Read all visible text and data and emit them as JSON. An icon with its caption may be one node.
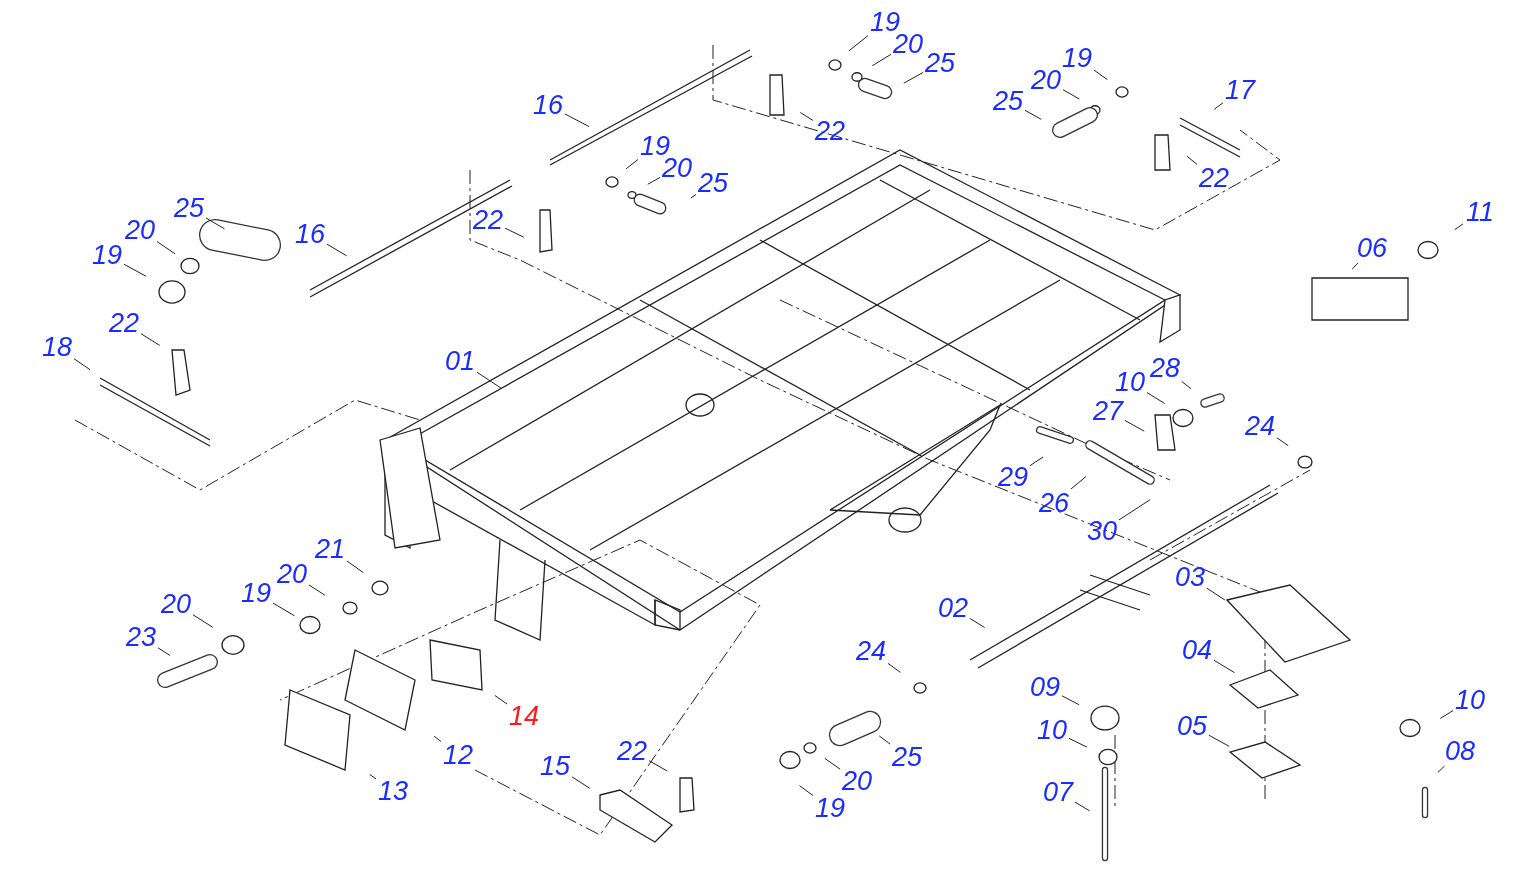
{
  "diagram": {
    "nodes": [
      {
        "text": [
          "19"
        ]
      },
      {
        "text": [
          "20"
        ]
      },
      {
        "text": [
          "25"
        ]
      },
      {
        "text": [
          "22"
        ]
      },
      {
        "text": [
          "16"
        ]
      },
      {
        "text": [
          "19"
        ]
      },
      {
        "text": [
          "20"
        ]
      },
      {
        "text": [
          "25"
        ]
      },
      {
        "text": [
          "22"
        ]
      },
      {
        "text": [
          "16"
        ]
      },
      {
        "text": [
          "25"
        ]
      },
      {
        "text": [
          "20"
        ]
      },
      {
        "text": [
          "19"
        ]
      },
      {
        "text": [
          "22"
        ]
      },
      {
        "text": [
          "18"
        ]
      },
      {
        "text": [
          "01"
        ]
      },
      {
        "text": [
          "19"
        ]
      },
      {
        "text": [
          "20"
        ]
      },
      {
        "text": [
          "25"
        ]
      },
      {
        "text": [
          "17"
        ]
      },
      {
        "text": [
          "22"
        ]
      },
      {
        "text": [
          "06"
        ]
      },
      {
        "text": [
          "11"
        ]
      },
      {
        "text": [
          "10"
        ]
      },
      {
        "text": [
          "28"
        ]
      },
      {
        "text": [
          "27"
        ]
      },
      {
        "text": [
          "24"
        ]
      },
      {
        "text": [
          "29"
        ]
      },
      {
        "text": [
          "26"
        ]
      },
      {
        "text": [
          "30"
        ]
      },
      {
        "text": [
          "21"
        ]
      },
      {
        "text": [
          "20"
        ]
      },
      {
        "text": [
          "19"
        ]
      },
      {
        "text": [
          "20"
        ]
      },
      {
        "text": [
          "23"
        ]
      },
      {
        "text": [
          "14"
        ]
      },
      {
        "text": [
          "12"
        ]
      },
      {
        "text": [
          "13"
        ]
      },
      {
        "text": [
          "02"
        ]
      },
      {
        "text": [
          "03"
        ]
      },
      {
        "text": [
          "24"
        ]
      },
      {
        "text": [
          "04"
        ]
      },
      {
        "text": [
          "09"
        ]
      },
      {
        "text": [
          "10"
        ]
      },
      {
        "text": [
          "05"
        ]
      },
      {
        "text": [
          "07"
        ]
      },
      {
        "text": [
          "10"
        ]
      },
      {
        "text": [
          "08"
        ]
      },
      {
        "text": [
          "22"
        ]
      },
      {
        "text": [
          "15"
        ]
      },
      {
        "text": [
          "25"
        ]
      },
      {
        "text": [
          "20"
        ]
      },
      {
        "text": [
          "19"
        ]
      }
    ],
    "edges": [
      {
        "from": 0,
        "to": null,
        "arrow": "none"
      },
      {
        "from": 1,
        "to": null,
        "arrow": "none"
      },
      {
        "from": 2,
        "to": null,
        "arrow": "none"
      },
      {
        "from": 3,
        "to": null,
        "arrow": "none"
      },
      {
        "from": 4,
        "to": null,
        "arrow": "none"
      },
      {
        "from": 5,
        "to": null,
        "arrow": "none"
      },
      {
        "from": 6,
        "to": null,
        "arrow": "none"
      },
      {
        "from": 7,
        "to": null,
        "arrow": "none"
      },
      {
        "from": 8,
        "to": null,
        "arrow": "none"
      },
      {
        "from": 9,
        "to": null,
        "arrow": "none"
      },
      {
        "from": 10,
        "to": null,
        "arrow": "none"
      },
      {
        "from": 11,
        "to": null,
        "arrow": "none"
      },
      {
        "from": 12,
        "to": null,
        "arrow": "none"
      },
      {
        "from": 13,
        "to": null,
        "arrow": "none"
      },
      {
        "from": 14,
        "to": null,
        "arrow": "none"
      },
      {
        "from": 15,
        "to": null,
        "arrow": "none"
      },
      {
        "from": 16,
        "to": null,
        "arrow": "none"
      },
      {
        "from": 17,
        "to": null,
        "arrow": "none"
      },
      {
        "from": 18,
        "to": null,
        "arrow": "none"
      },
      {
        "from": 19,
        "to": null,
        "arrow": "none"
      },
      {
        "from": 20,
        "to": null,
        "arrow": "none"
      },
      {
        "from": 21,
        "to": null,
        "arrow": "none"
      },
      {
        "from": 22,
        "to": null,
        "arrow": "none"
      },
      {
        "from": 23,
        "to": null,
        "arrow": "none"
      },
      {
        "from": 24,
        "to": null,
        "arrow": "none"
      },
      {
        "from": 25,
        "to": null,
        "arrow": "none"
      },
      {
        "from": 26,
        "to": null,
        "arrow": "none"
      },
      {
        "from": 27,
        "to": null,
        "arrow": "none"
      },
      {
        "from": 28,
        "to": null,
        "arrow": "none"
      },
      {
        "from": 29,
        "to": null,
        "arrow": "none"
      },
      {
        "from": 30,
        "to": null,
        "arrow": "none"
      },
      {
        "from": 31,
        "to": null,
        "arrow": "none"
      },
      {
        "from": 32,
        "to": null,
        "arrow": "none"
      },
      {
        "from": 33,
        "to": null,
        "arrow": "none"
      },
      {
        "from": 34,
        "to": null,
        "arrow": "none"
      },
      {
        "from": 35,
        "to": null,
        "arrow": "none"
      },
      {
        "from": 36,
        "to": null,
        "arrow": "none"
      },
      {
        "from": 37,
        "to": null,
        "arrow": "none"
      },
      {
        "from": 38,
        "to": null,
        "arrow": "none"
      },
      {
        "from": 39,
        "to": null,
        "arrow": "none"
      },
      {
        "from": 40,
        "to": null,
        "arrow": "none"
      },
      {
        "from": 41,
        "to": null,
        "arrow": "none"
      },
      {
        "from": 42,
        "to": null,
        "arrow": "none"
      },
      {
        "from": 43,
        "to": null,
        "arrow": "none"
      },
      {
        "from": 44,
        "to": null,
        "arrow": "none"
      },
      {
        "from": 45,
        "to": null,
        "arrow": "none"
      },
      {
        "from": 46,
        "to": null,
        "arrow": "none"
      },
      {
        "from": 47,
        "to": null,
        "arrow": "none"
      },
      {
        "from": 48,
        "to": null,
        "arrow": "none"
      },
      {
        "from": 49,
        "to": null,
        "arrow": "none"
      },
      {
        "from": 50,
        "to": null,
        "arrow": "none"
      },
      {
        "from": 51,
        "to": null,
        "arrow": "none"
      },
      {
        "from": 52,
        "to": null,
        "arrow": "none"
      }
    ]
  }
}
